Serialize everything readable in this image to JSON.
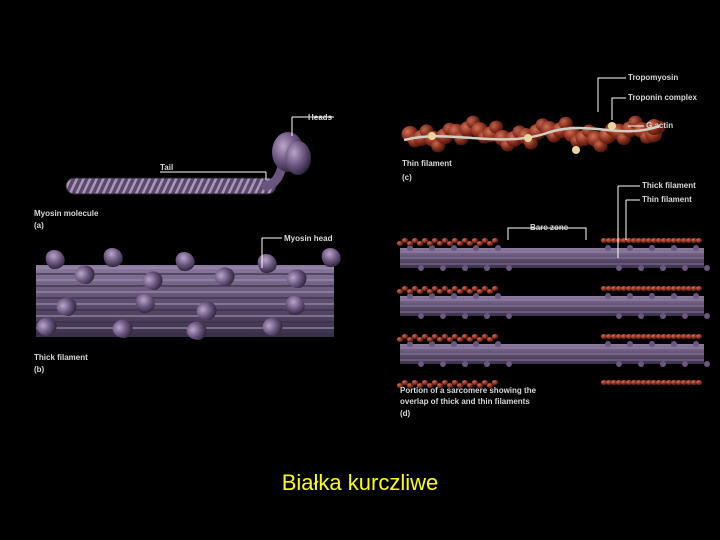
{
  "slide": {
    "caption": "Białka kurczliwe",
    "colors": {
      "background": "#000000",
      "caption": "#ffff00",
      "myosin": "#5c4a6a",
      "actin": "#8a2e1c",
      "label": "#d8d8d8"
    }
  },
  "panel_a": {
    "heads": "Heads",
    "tail": "Tail",
    "name": "Myosin molecule",
    "letter": "(a)"
  },
  "panel_b": {
    "head": "Myosin head",
    "name": "Thick filament",
    "letter": "(b)"
  },
  "panel_c": {
    "tropomyosin": "Tropomyosin",
    "troponin": "Troponin complex",
    "actin": "G actin",
    "name": "Thin filament",
    "letter": "(c)"
  },
  "panel_d": {
    "thick": "Thick filament",
    "thin": "Thin filament",
    "bare": "Bare zone",
    "caption_line1": "Portion of a sarcomere showing the",
    "caption_line2": "overlap of thick and thin filaments",
    "letter": "(d)"
  }
}
